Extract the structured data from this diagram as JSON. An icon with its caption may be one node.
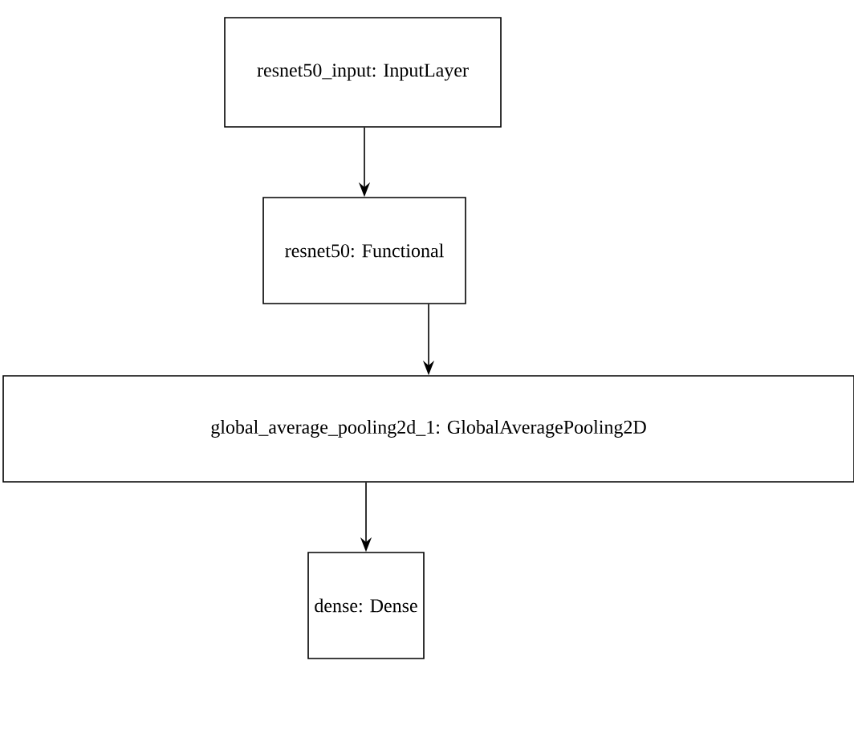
{
  "diagram": {
    "nodes": [
      {
        "text": [
          "resnet50_input: InputLayer"
        ]
      },
      {
        "text": [
          "resnet50: Functional"
        ]
      },
      {
        "text": [
          "global_average_pooling2d_1: GlobalAveragePooling2D"
        ]
      },
      {
        "text": [
          "dense: Dense"
        ]
      }
    ],
    "edges": [
      {
        "from": 0,
        "to": 1,
        "arrow": "to"
      },
      {
        "from": 1,
        "to": 2,
        "arrow": "to"
      },
      {
        "from": 2,
        "to": 3,
        "arrow": "to"
      }
    ]
  }
}
